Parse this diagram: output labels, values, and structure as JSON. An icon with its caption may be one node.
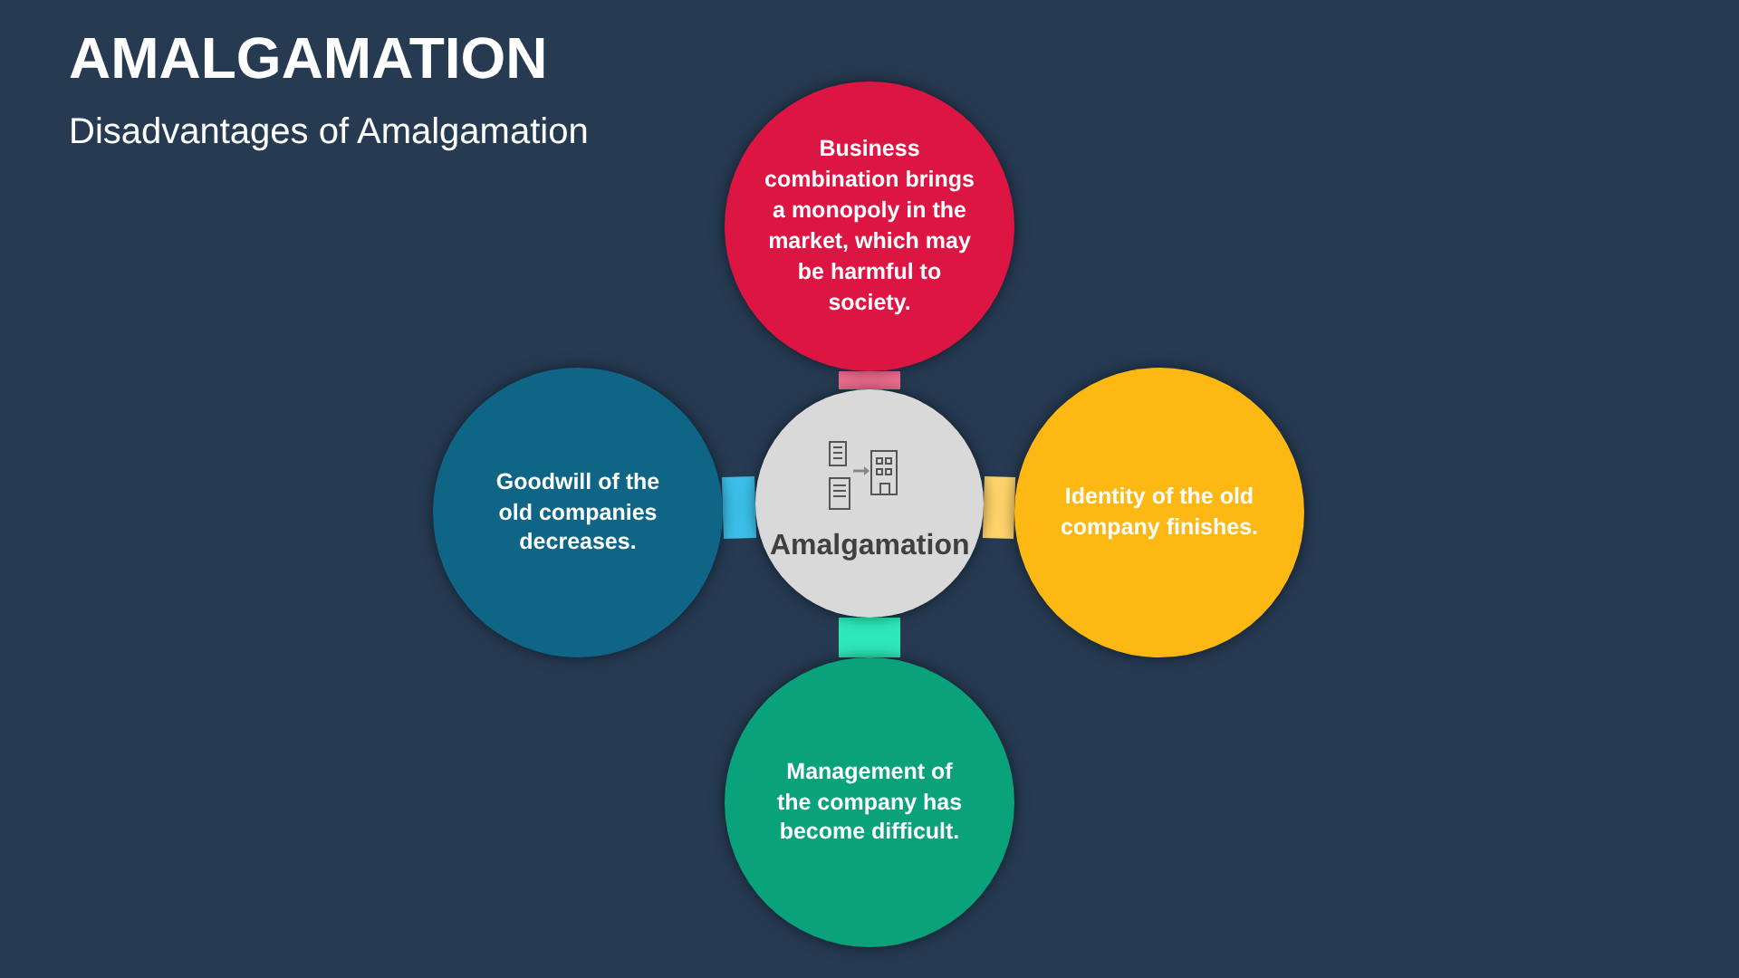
{
  "diagram": {
    "title": "AMALGAMATION",
    "caption": "Disadvantages of Amalgamation",
    "nodes": [
      {
        "text": [
          "Amalgamation"
        ]
      },
      {
        "text": [
          "Business combination brings a monopoly in the market, which may be harmful to society."
        ]
      },
      {
        "text": [
          "Goodwill of the old companies decreases."
        ]
      },
      {
        "text": [
          "Identity of the old company finishes."
        ]
      },
      {
        "text": [
          "Management of the company has become difficult."
        ]
      }
    ],
    "edges": [
      {
        "from": 0,
        "to": 1,
        "arrow": "none",
        "color": "#f06e8f"
      },
      {
        "from": 0,
        "to": 2,
        "arrow": "none",
        "color": "#3bbfe8"
      },
      {
        "from": 0,
        "to": 3,
        "arrow": "none",
        "color": "#ffd36b"
      },
      {
        "from": 0,
        "to": 4,
        "arrow": "none",
        "color": "#2ee8b8"
      }
    ]
  }
}
